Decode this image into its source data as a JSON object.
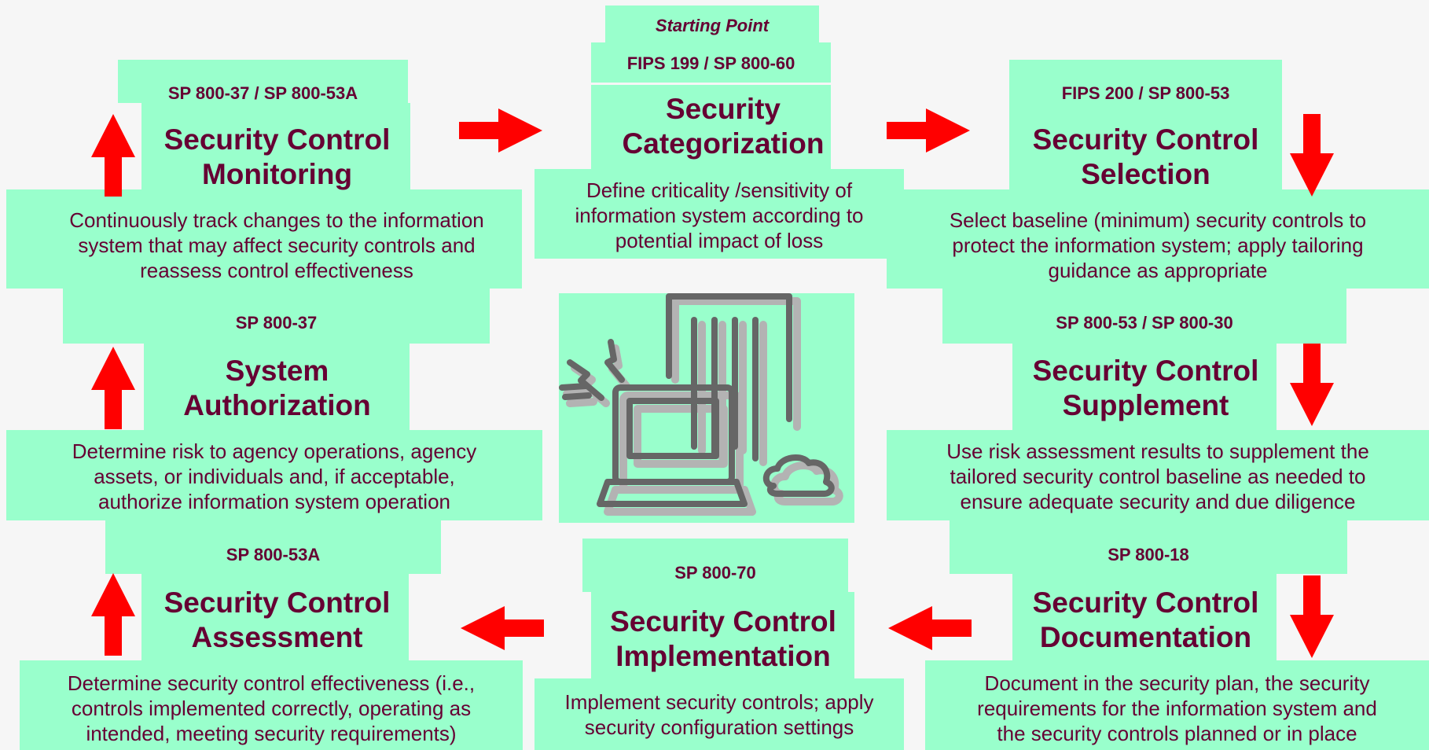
{
  "starting_point": "Starting Point",
  "steps": {
    "categorization": {
      "ref": "FIPS 199 / SP 800-60",
      "title_line1": "Security",
      "title_line2": "Categorization",
      "desc_line1": "Define criticality /sensitivity of",
      "desc_line2": "information system according to",
      "desc_line3": "potential impact of loss"
    },
    "selection": {
      "ref": "FIPS 200 / SP 800-53",
      "title_line1": "Security Control",
      "title_line2": "Selection",
      "desc_line1": "Select baseline (minimum) security controls to",
      "desc_line2": "protect the information system; apply tailoring",
      "desc_line3": "guidance as appropriate"
    },
    "supplement": {
      "ref": "SP 800-53 / SP 800-30",
      "title_line1": "Security Control",
      "title_line2": "Supplement",
      "desc_line1": "Use risk assessment results to supplement the",
      "desc_line2": "tailored security control baseline as needed to",
      "desc_line3": "ensure adequate security and due diligence"
    },
    "documentation": {
      "ref": "SP 800-18",
      "title_line1": "Security Control",
      "title_line2": "Documentation",
      "desc_line1": "Document in the security plan, the security",
      "desc_line2": "requirements for the information system and",
      "desc_line3": "the security controls planned or in place"
    },
    "implementation": {
      "ref": "SP 800-70",
      "title_line1": "Security Control",
      "title_line2": "Implementation",
      "desc_line1": "Implement security controls; apply",
      "desc_line2": "security configuration settings"
    },
    "assessment": {
      "ref": "SP 800-53A",
      "title_line1": "Security Control",
      "title_line2": "Assessment",
      "desc_line1": "Determine security control effectiveness (i.e.,",
      "desc_line2": "controls implemented correctly, operating as",
      "desc_line3": "intended, meeting security requirements)"
    },
    "authorization": {
      "ref": "SP 800-37",
      "title_line1": "System",
      "title_line2": "Authorization",
      "desc_line1": "Determine risk to agency operations, agency",
      "desc_line2": "assets, or individuals and, if acceptable,",
      "desc_line3": "authorize information system operation"
    },
    "monitoring": {
      "ref": "SP 800-37 / SP 800-53A",
      "title_line1": "Security Control",
      "title_line2": "Monitoring",
      "desc_line1": "Continuously track changes to the information",
      "desc_line2": "system that may affect security controls and",
      "desc_line3": "reassess control effectiveness"
    }
  },
  "colors": {
    "box_fill": "#99ffcc",
    "text": "#660033",
    "arrow": "#ff0000",
    "clipart_dark": "#666666",
    "clipart_light": "#b3b3b3"
  },
  "icons": [
    "computer-server-cloud-clipart"
  ]
}
